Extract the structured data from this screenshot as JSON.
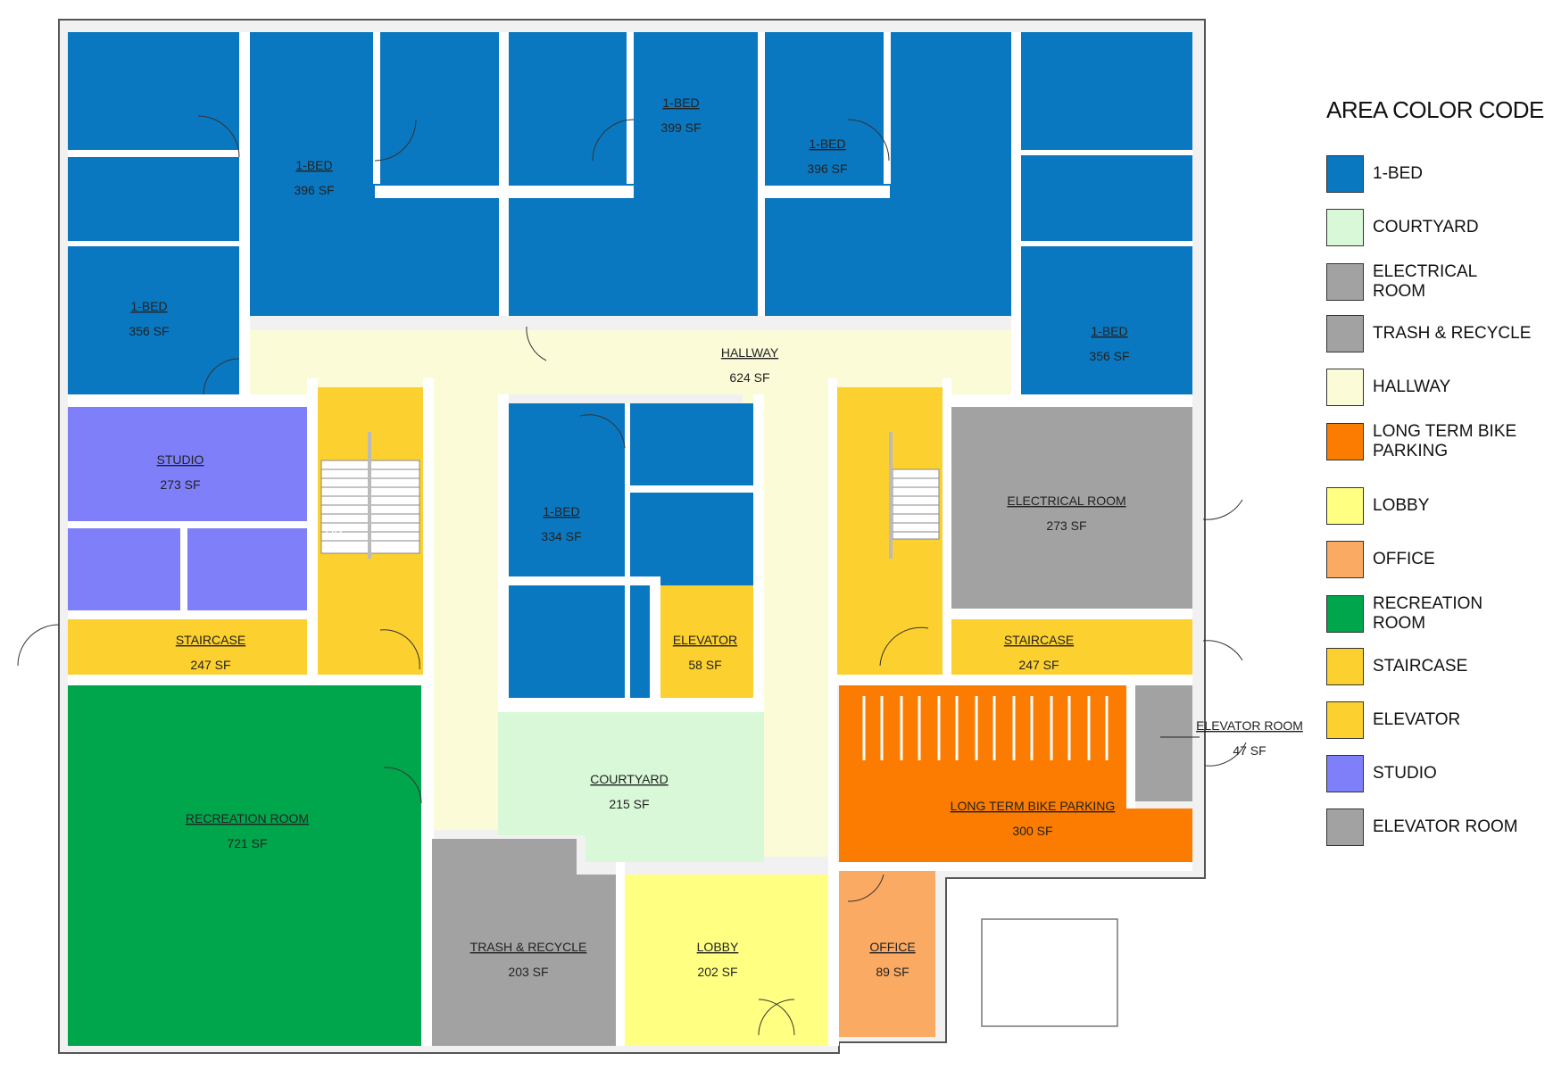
{
  "legend": {
    "title": "AREA COLOR CODE",
    "items": [
      {
        "label": "1-BED",
        "color": "#0a78c0"
      },
      {
        "label": "COURTYARD",
        "color": "#d8f8d8"
      },
      {
        "label": "ELECTRICAL ROOM",
        "color": "#a2a2a2"
      },
      {
        "label": "TRASH & RECYCLE",
        "color": "#a2a2a2"
      },
      {
        "label": "HALLWAY",
        "color": "#fbfbd8"
      },
      {
        "label": "LONG TERM BIKE PARKING",
        "color": "#fb7c00"
      },
      {
        "label": "LOBBY",
        "color": "#ffff82"
      },
      {
        "label": "OFFICE",
        "color": "#fbaa63"
      },
      {
        "label": "RECREATION ROOM",
        "color": "#00a64c"
      },
      {
        "label": "STAIRCASE",
        "color": "#fcd02f"
      },
      {
        "label": "ELEVATOR",
        "color": "#fcd02f"
      },
      {
        "label": "STUDIO",
        "color": "#7f7ff9"
      },
      {
        "label": "ELEVATOR ROOM",
        "color": "#a2a2a2"
      }
    ]
  },
  "rooms": [
    {
      "name": "1-BED",
      "area": "396 SF",
      "type": "1-BED"
    },
    {
      "name": "1-BED",
      "area": "399 SF",
      "type": "1-BED"
    },
    {
      "name": "1-BED",
      "area": "396 SF",
      "type": "1-BED"
    },
    {
      "name": "1-BED",
      "area": "356 SF",
      "type": "1-BED"
    },
    {
      "name": "1-BED",
      "area": "356 SF",
      "type": "1-BED"
    },
    {
      "name": "HALLWAY",
      "area": "624 SF",
      "type": "HALLWAY"
    },
    {
      "name": "STUDIO",
      "area": "273 SF",
      "type": "STUDIO"
    },
    {
      "name": "1-BED",
      "area": "334 SF",
      "type": "1-BED"
    },
    {
      "name": "ELECTRICAL ROOM",
      "area": "273 SF",
      "type": "ELECTRICAL ROOM"
    },
    {
      "name": "STAIRCASE",
      "area": "247 SF",
      "type": "STAIRCASE"
    },
    {
      "name": "ELEVATOR",
      "area": "58 SF",
      "type": "ELEVATOR"
    },
    {
      "name": "STAIRCASE",
      "area": "247 SF",
      "type": "STAIRCASE"
    },
    {
      "name": "ELEVATOR ROOM",
      "area": "47 SF",
      "type": "ELEVATOR ROOM"
    },
    {
      "name": "COURTYARD",
      "area": "215 SF",
      "type": "COURTYARD"
    },
    {
      "name": "LONG TERM BIKE PARKING",
      "area": "300 SF",
      "type": "LONG TERM BIKE PARKING"
    },
    {
      "name": "RECREATION ROOM",
      "area": "721 SF",
      "type": "RECREATION ROOM"
    },
    {
      "name": "TRASH & RECYCLE",
      "area": "203 SF",
      "type": "TRASH & RECYCLE"
    },
    {
      "name": "LOBBY",
      "area": "202 SF",
      "type": "LOBBY"
    },
    {
      "name": "OFFICE",
      "area": "89 SF",
      "type": "OFFICE"
    }
  ],
  "stair_marker": "UP"
}
